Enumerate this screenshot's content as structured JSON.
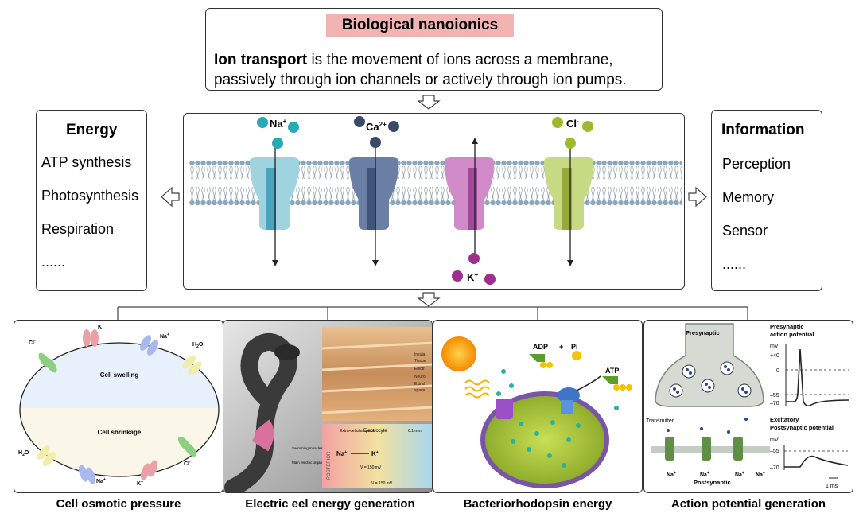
{
  "header": {
    "title": "Biological nanoionics",
    "desc_bold": "Ion transport",
    "desc_rest": " is the movement of ions across a membrane,",
    "desc_line2": "passively through ion channels or actively through ion pumps."
  },
  "channels": {
    "na": {
      "label": "Na",
      "sup": "+"
    },
    "ca": {
      "label": "Ca",
      "sup": "2+"
    },
    "k": {
      "label": "K",
      "sup": "+"
    },
    "cl": {
      "label": "Cl",
      "sup": "-"
    }
  },
  "energy": {
    "title": "Energy",
    "items": [
      "ATP synthesis",
      "Photosynthesis",
      "Respiration",
      "......"
    ]
  },
  "information": {
    "title": "Information",
    "items": [
      "Perception",
      "Memory",
      "Sensor",
      "......"
    ]
  },
  "panels": {
    "osmotic": {
      "caption": "Cell osmotic pressure",
      "swelling": "Cell swelling",
      "shrinkage": "Cell shrinkage",
      "cl": "Cl",
      "cl_sup": "-",
      "k": "K",
      "k_sup": "+",
      "na": "Na",
      "na_sup": "+",
      "h2o": "H",
      "h2o_sub": "2",
      "h2o_o": "O"
    },
    "eel": {
      "caption": "Electric eel energy generation",
      "labels": [
        "Insula",
        "Tissue",
        "Electr",
        "Neuro",
        "Extral",
        "space"
      ],
      "extra": "Extra-cellular space",
      "electrocyte": "Electrocyte",
      "scale": "0.1 mm",
      "na": "Na",
      "na_sup": "+",
      "k": "K",
      "k_sup": "+",
      "posterior": "POSTERIOR",
      "vm_inner": "V = 150 mV",
      "vo": "V = 150 mV",
      "muscles": "Swimming muscles",
      "organ": "Main electric organ"
    },
    "bacterio": {
      "caption": "Bacteriorhodopsin energy",
      "adp": "ADP",
      "plus": "+",
      "pi": "Pi",
      "atp": "ATP"
    },
    "action": {
      "caption": "Action potential generation",
      "presynaptic": "Presynaptic",
      "pre_ap_title": "Presynaptic",
      "pre_ap_sub": "action potential",
      "mv": "mV",
      "p40": "+40",
      "zero": "0",
      "m55": "–55",
      "m70": "–70",
      "transmitter": "Transmitter",
      "postsynaptic": "Postsynaptic",
      "exc_title": "Excitatory",
      "exc_sub": "Postsynaptic potential",
      "na": "Na",
      "na_sup": "+",
      "ms": "1 ms"
    }
  }
}
